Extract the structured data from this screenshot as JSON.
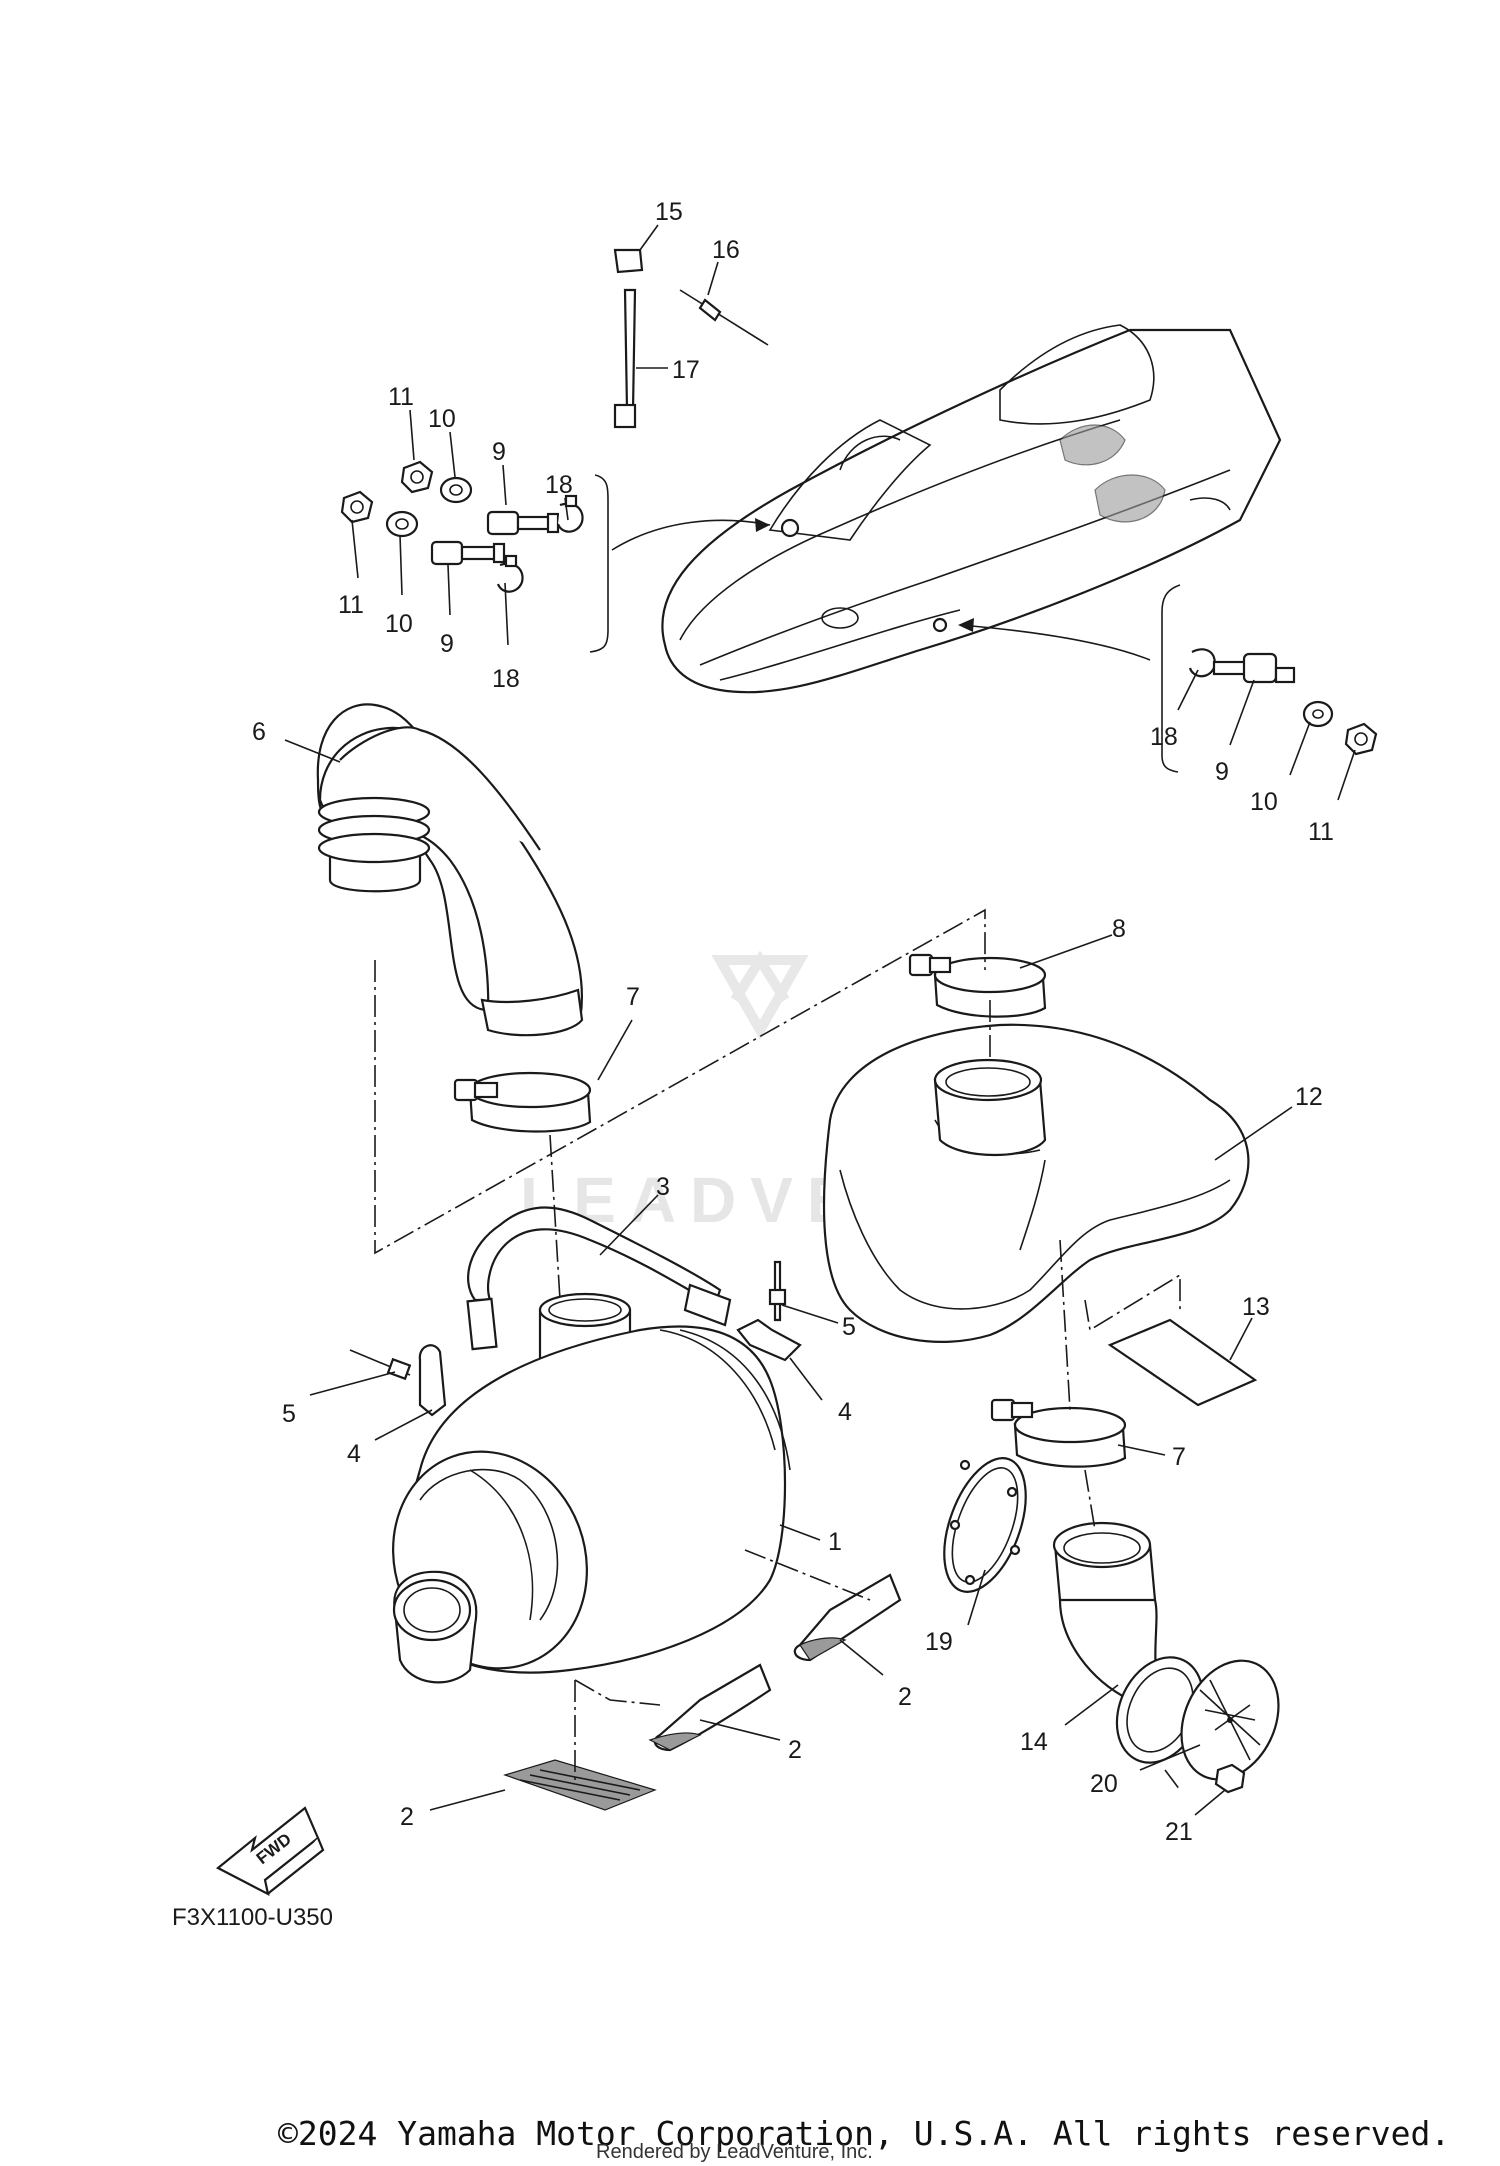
{
  "diagram": {
    "code": "F3X1100-U350",
    "fwd_label": "FWD",
    "copyright": "©2024 Yamaha Motor Corporation, U.S.A. All rights reserved.",
    "rendered_by": "Rendered by LeadVenture, Inc.",
    "watermark": "LEADVENTURE",
    "callouts": {
      "p1": "1",
      "p2a": "2",
      "p2b": "2",
      "p2c": "2",
      "p3": "3",
      "p4a": "4",
      "p4b": "4",
      "p5a": "5",
      "p5b": "5",
      "p6": "6",
      "p7a": "7",
      "p7b": "7",
      "p8": "8",
      "p9a": "9",
      "p9b": "9",
      "p9c": "9",
      "p10a": "10",
      "p10b": "10",
      "p10c": "10",
      "p11a": "11",
      "p11b": "11",
      "p11c": "11",
      "p12": "12",
      "p13": "13",
      "p14": "14",
      "p15": "15",
      "p16": "16",
      "p17": "17",
      "p18a": "18",
      "p18b": "18",
      "p18c": "18",
      "p19": "19",
      "p20": "20",
      "p21": "21"
    }
  }
}
